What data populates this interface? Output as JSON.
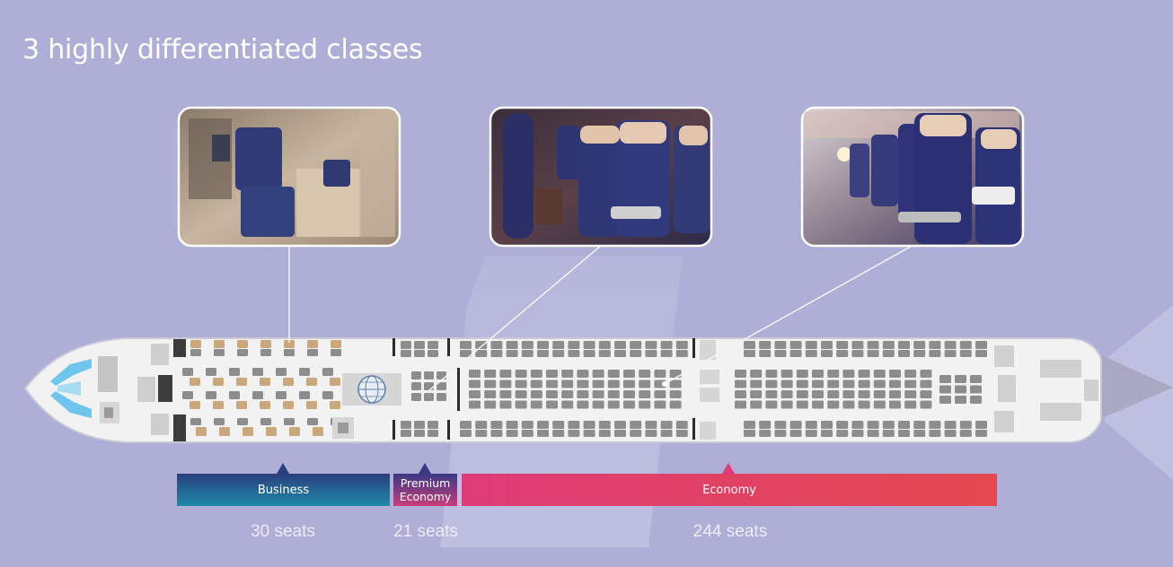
{
  "page": {
    "title": "3 highly differentiated classes"
  },
  "classes": [
    {
      "id": "business",
      "label": "Business",
      "seats": "30 seats",
      "color_from": "#2a3f7e",
      "color_to": "#1f8aa8"
    },
    {
      "id": "premium",
      "label_line1": "Premium",
      "label_line2": "Economy",
      "seats": "21 seats",
      "color_from": "#383a86",
      "color_to": "#c93c7a"
    },
    {
      "id": "economy",
      "label": "Economy",
      "seats": "244 seats",
      "color_from": "#d9407a",
      "color_to": "#e44a55"
    }
  ],
  "colors": {
    "background": "#aeaed6",
    "fuselage": "#f2f2f2",
    "seat_grey": "#8d8d8d",
    "business_seat_tan": "#c9a97c",
    "cockpit_window": "#6fc6ec"
  },
  "icons": [
    "world-map-icon",
    "lavatory-icon",
    "galley-icon"
  ]
}
